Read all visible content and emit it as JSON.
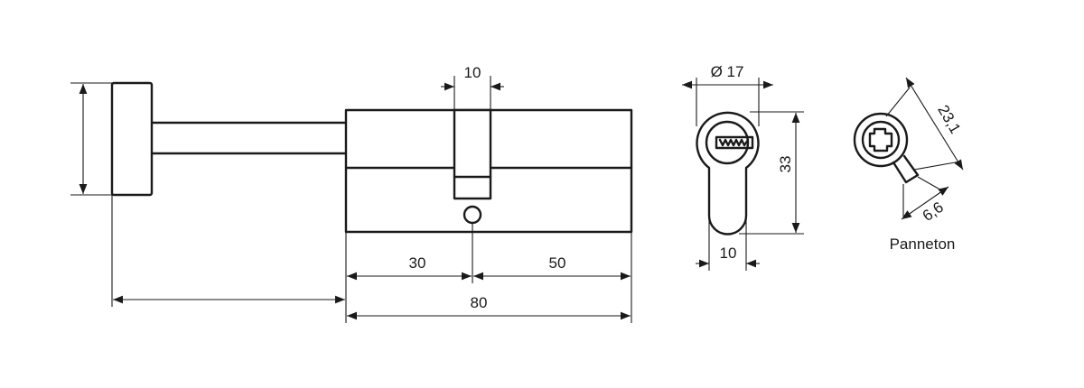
{
  "dimensions": {
    "lever_width": "10",
    "front_diameter": "Ø 17",
    "height": "33",
    "bottom_width": "10",
    "cam_diameter": "23,1",
    "cam_thickness": "6,6",
    "left_length": "30",
    "right_length": "50",
    "total_length": "80"
  },
  "labels": {
    "cam_caption": "Panneton"
  }
}
